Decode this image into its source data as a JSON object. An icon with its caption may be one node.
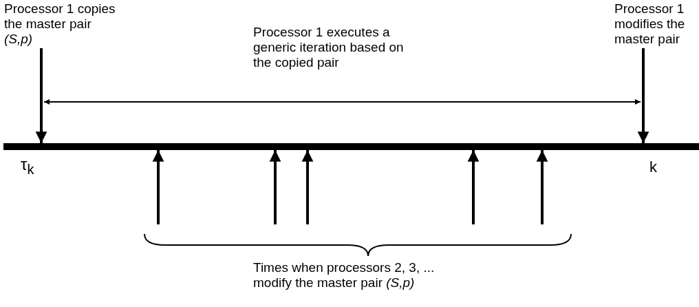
{
  "diagram": {
    "nodes": [
      {
        "text": [
          "Processor 1 copies the master pair *(S,p)*"
        ]
      },
      {
        "text": [
          "Processor 1 modifies the master pair"
        ]
      },
      {
        "text": [],
        "shape": "bar"
      }
    ],
    "edges": [
      {
        "from": 0,
        "to": 2,
        "arrow": "to"
      },
      {
        "from": 1,
        "to": 2,
        "arrow": "to"
      },
      {
        "from": null,
        "to": 2,
        "arrow": "to"
      },
      {
        "from": null,
        "to": 2,
        "arrow": "to"
      },
      {
        "from": null,
        "to": 2,
        "arrow": "to"
      },
      {
        "from": null,
        "to": 2,
        "arrow": "to"
      },
      {
        "from": null,
        "to": 2,
        "arrow": "to"
      }
    ],
    "labels": [
      "Processor 1 executes a generic iteration based on the copied pair",
      "τ$_{k}$",
      "k",
      "Times when processors 2, 3, ... modify the master pair *(S,p)*"
    ]
  }
}
